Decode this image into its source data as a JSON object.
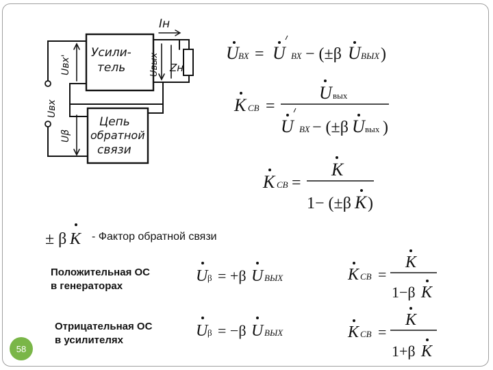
{
  "slide": {
    "page_number": "58"
  },
  "diagram": {
    "amplifier_label_line1": "Усили-",
    "amplifier_label_line2": "тель",
    "feedback_label_line1": "Цепь",
    "feedback_label_line2": "обратной",
    "feedback_label_line3": "связи",
    "load_current": "Iн",
    "load_impedance": "Zн",
    "u_in_amp": "Uвх'",
    "u_out": "Uвых",
    "u_source": "Uвх",
    "u_beta": "Uβ"
  },
  "equations": {
    "eq1": {
      "lhs_sym": "U",
      "lhs_sub": "ВХ",
      "eq": "=",
      "u_sym": "U",
      "u_sub": "ВХ",
      "op": "− (±β",
      "out_sym": "U",
      "out_sub": "ВЫХ",
      "close": ")"
    },
    "eq2": {
      "lhs_sym": "K",
      "lhs_sub": "СВ",
      "eq": "=",
      "num_sym": "U",
      "num_sub": "вых",
      "den_sym": "U",
      "den_sub": "ВХ",
      "den_op": "− (±β",
      "den_out_sym": "U",
      "den_out_sub": "вых",
      "den_close": ")"
    },
    "eq3": {
      "lhs_sym": "K",
      "lhs_sub": "СВ",
      "eq": "=",
      "num": "K",
      "den": "1− (±β",
      "den_k": "K",
      "den_close": ")"
    },
    "factor_expr": {
      "pm_beta": "± β",
      "k": "K"
    },
    "pos_u": {
      "lhs_sym": "U",
      "lhs_sub": "β",
      "eq": "= +β",
      "rhs_sym": "U",
      "rhs_sub": "ВЫХ"
    },
    "pos_k": {
      "lhs_sym": "K",
      "lhs_sub": "СВ",
      "eq": "=",
      "num": "K",
      "den": "1−β",
      "den_k": "K"
    },
    "neg_u": {
      "lhs_sym": "U",
      "lhs_sub": "β",
      "eq": "= −β",
      "rhs_sym": "U",
      "rhs_sub": "ВЫХ"
    },
    "neg_k": {
      "lhs_sym": "K",
      "lhs_sub": "СВ",
      "eq": "=",
      "num": "K",
      "den": "1+β",
      "den_k": "K"
    }
  },
  "text": {
    "factor_caption": "- Фактор обратной связи",
    "positive_line1": "Положительная ОС",
    "positive_line2": "в генераторах",
    "negative_line1": "Отрицательная ОС",
    "negative_line2": "в усилителях"
  },
  "colors": {
    "badge": "#7ab648",
    "frame": "#9e9e9e",
    "ink": "#111111"
  }
}
